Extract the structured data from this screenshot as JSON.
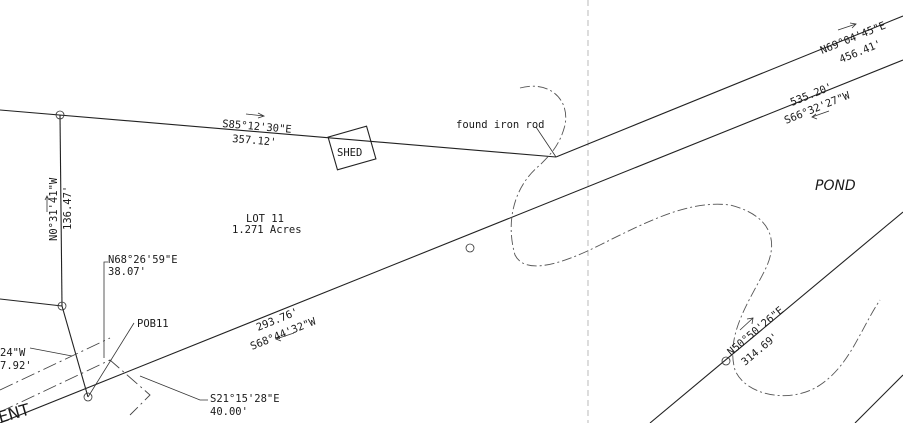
{
  "labels": {
    "brg_north": "S85°12'30\"E",
    "dist_north": "357.12'",
    "shed": "SHED",
    "found_rod": "found iron rod",
    "brg_ne": "N69°04'45\"E",
    "dist_ne": "456.41'",
    "dist_diag_top": "535.20'",
    "brg_diag_top": "S66°32'27\"W",
    "pond": "POND",
    "brg_west": "N0°31'41\"W",
    "dist_west": "136.47'",
    "lot": "LOT 11",
    "acres": "1.271 Acres",
    "brg_tie": "N68°26'59\"E",
    "dist_tie": "38.07'",
    "pob": "POB11",
    "brg_left_partial": "24\"W",
    "dist_left_partial": "7.92'",
    "dist_diag_bottom": "293.76'",
    "brg_diag_bottom": "S68°44'32\"W",
    "brg_se": "S21°15'28\"E",
    "dist_se": "40.00'",
    "brg_pond_line": "N50°50'26\"E",
    "dist_pond_line": "314.69'",
    "easement_partial": "ENT"
  }
}
